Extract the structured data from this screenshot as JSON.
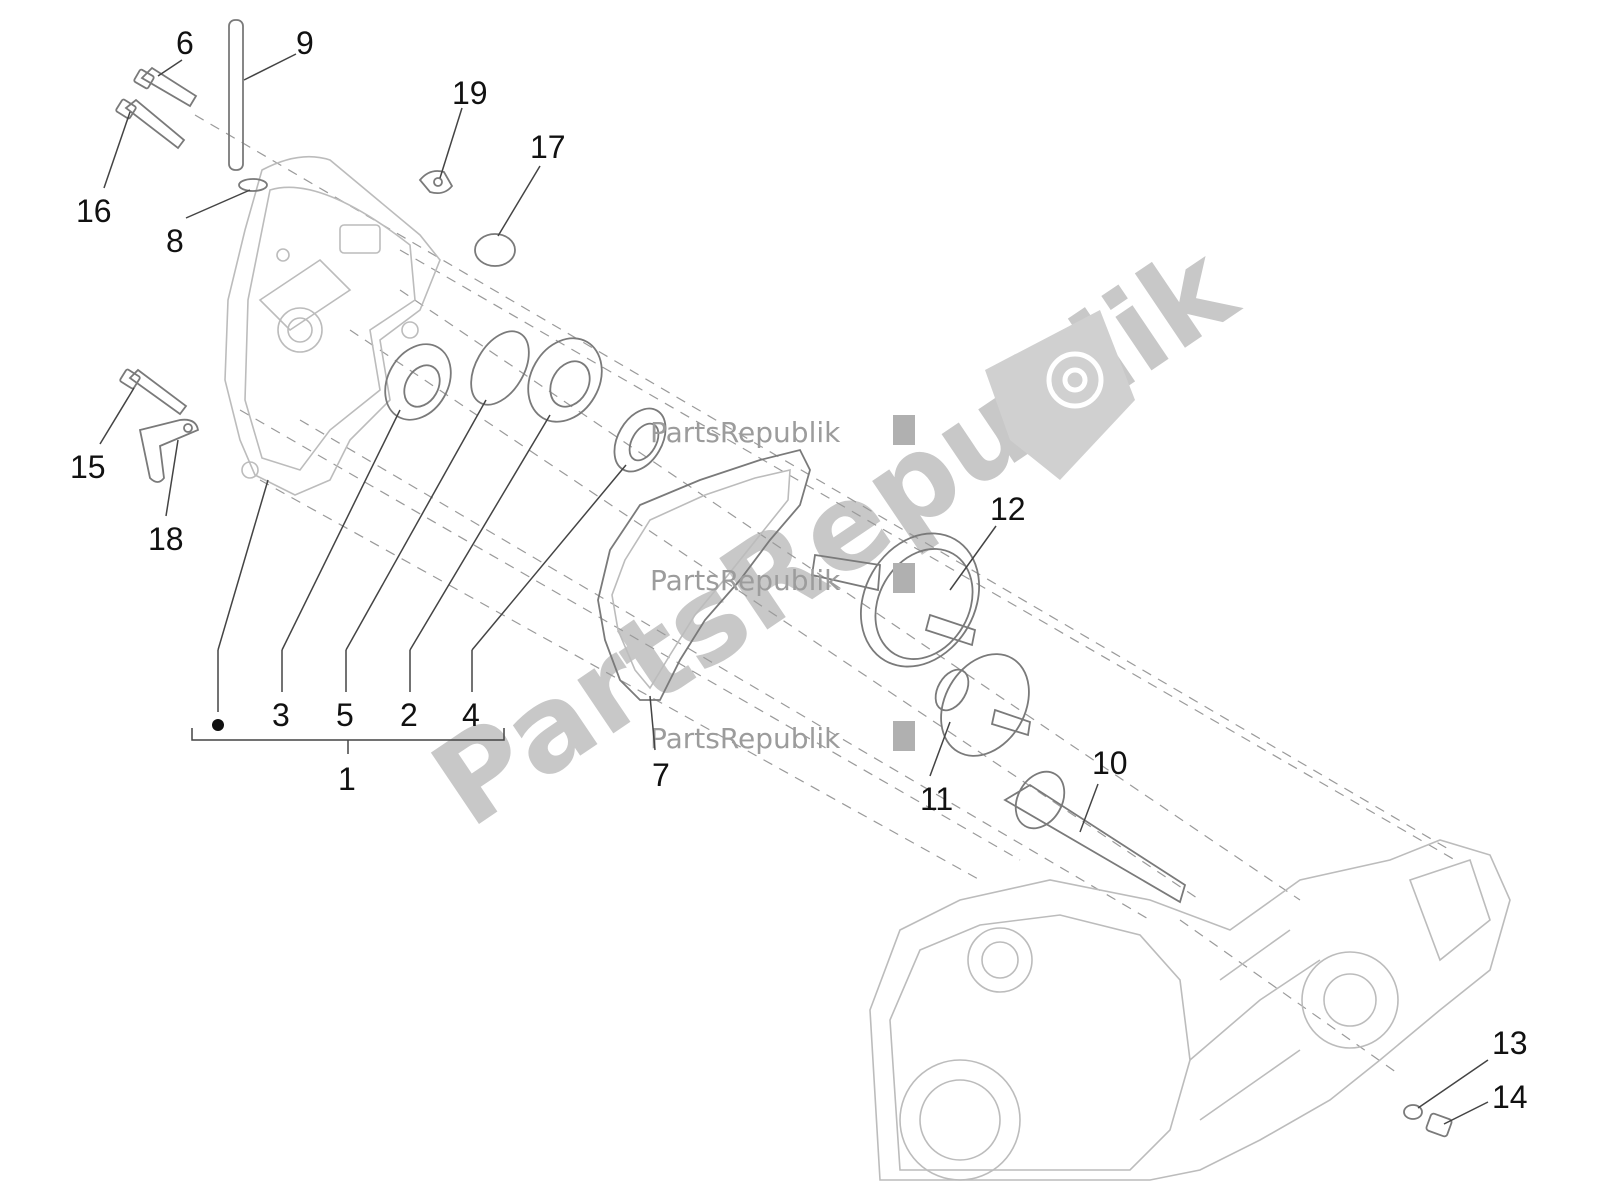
{
  "watermark": {
    "big_text": "PartsRepublik",
    "small_text": "PartsRepublik",
    "logo_icon": "gear-flag-icon"
  },
  "callouts": [
    {
      "id": "6",
      "text": "6"
    },
    {
      "id": "9",
      "text": "9"
    },
    {
      "id": "19",
      "text": "19"
    },
    {
      "id": "17",
      "text": "17"
    },
    {
      "id": "16",
      "text": "16"
    },
    {
      "id": "8",
      "text": "8"
    },
    {
      "id": "15",
      "text": "15"
    },
    {
      "id": "18",
      "text": "18"
    },
    {
      "id": "12",
      "text": "12"
    },
    {
      "id": "10",
      "text": "10"
    },
    {
      "id": "11",
      "text": "11"
    },
    {
      "id": "7",
      "text": "7"
    },
    {
      "id": "13",
      "text": "13"
    },
    {
      "id": "14",
      "text": "14"
    }
  ],
  "kit": {
    "members": [
      "3",
      "5",
      "2",
      "4"
    ],
    "total": "1"
  }
}
